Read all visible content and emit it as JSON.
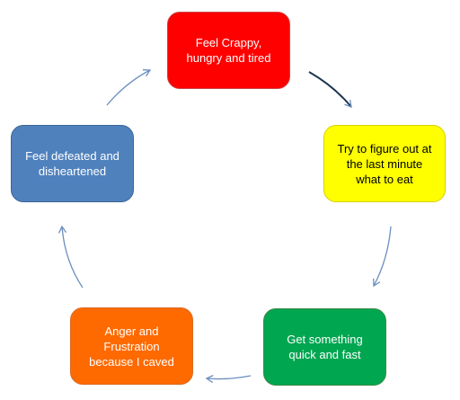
{
  "cycle": {
    "nodes": [
      {
        "id": "red",
        "label": "Feel Crappy,\nhungry and tired",
        "color": "#ff0000",
        "border": "#cc4444",
        "text_color": "#ffffff"
      },
      {
        "id": "yellow",
        "label": "Try to figure out at\nthe last minute\nwhat to eat",
        "color": "#ffff00",
        "border": "#d8d000",
        "text_color": "#000000"
      },
      {
        "id": "green",
        "label": "Get something\nquick and fast",
        "color": "#00a650",
        "border": "#3d8a4a",
        "text_color": "#ffffff"
      },
      {
        "id": "orange",
        "label": "Anger and\nFrustration\nbecause I caved",
        "color": "#ff6a00",
        "border": "#d86a20",
        "text_color": "#ffffff"
      },
      {
        "id": "blue",
        "label": "Feel defeated and\ndisheartened",
        "color": "#4f81bd",
        "border": "#3a6593",
        "text_color": "#ffffff"
      }
    ],
    "arrow_color": "#6a8fc0"
  }
}
